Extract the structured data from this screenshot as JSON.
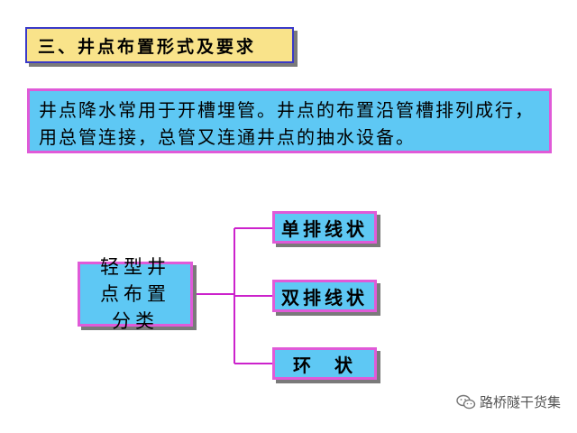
{
  "title": "三、井点布置形式及要求",
  "intro": "井点降水常用于开槽埋管。井点的布置沿管槽排列成行，用总管连接，总管又连通井点的抽水设备。",
  "tree": {
    "root": "轻型井点布置分类",
    "children": [
      "单排线状",
      "双排线状",
      "环  状"
    ]
  },
  "watermark": {
    "icon": "wechat-icon",
    "text": "路桥隧干货集"
  },
  "colors": {
    "title_bg": "#f9e38a",
    "title_border": "#3a3ac8",
    "box_bg": "#5ec8f4",
    "box_border": "#e05ad8",
    "line": "#cc22cc"
  }
}
